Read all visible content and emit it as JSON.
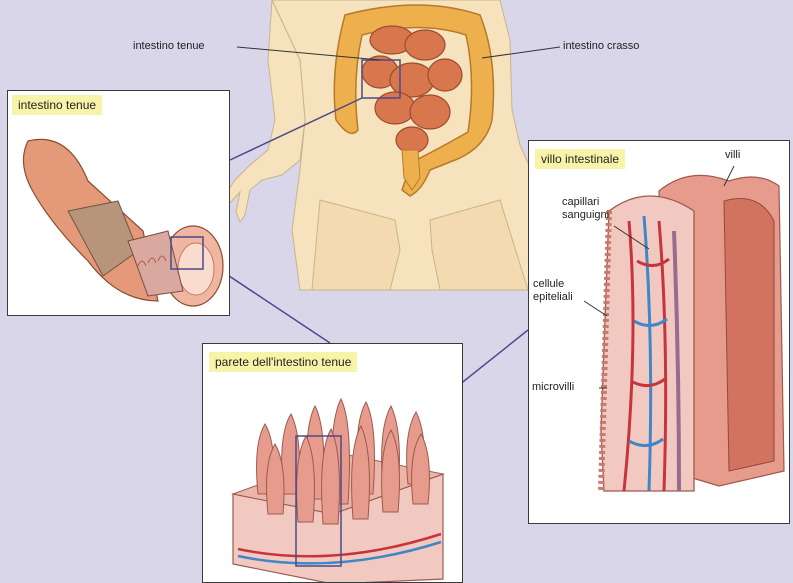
{
  "labels": {
    "small_intestine": "intestino tenue",
    "large_intestine": "intestino crasso",
    "villi": "villi",
    "blood_capillaries": "capillari\nsanguigni",
    "epithelial_cells": "cellule\nepiteliali",
    "microvilli": "microvilli"
  },
  "panels": {
    "small_intestine": "intestino tenue",
    "intestinal_villus": "villo intestinale",
    "wall": "parete dell'intestino tenue"
  },
  "colors": {
    "background": "#d9d6ea",
    "skin": "#f6e2bc",
    "large_intestine": "#eeb04c",
    "small_intestine": "#d8764e",
    "villus": "#e79b8d",
    "artery": "#c7343b",
    "vein": "#3f87c6",
    "connector": "#4b4a8a",
    "tag": "#f7f3a8"
  }
}
